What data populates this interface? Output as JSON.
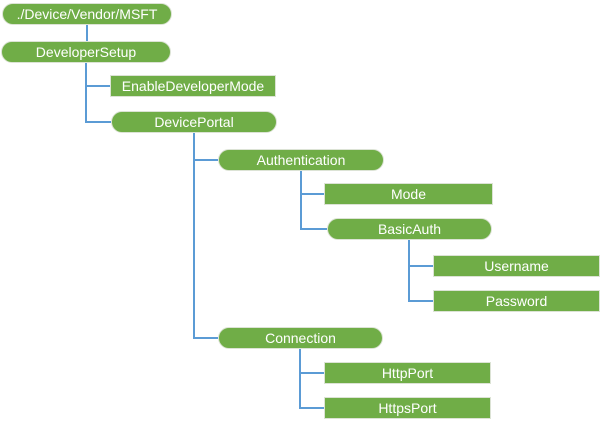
{
  "colors": {
    "node_fill": "#70AD47",
    "node_border": "#DCE3D5",
    "node_text": "#FFFFFF",
    "connector": "#5B9BD5",
    "background": "#FFFFFF"
  },
  "tree": {
    "nodes": [
      {
        "id": "msft",
        "label": "./Device/Vendor/MSFT",
        "shape": "pill",
        "parent": null
      },
      {
        "id": "developersetup",
        "label": "DeveloperSetup",
        "shape": "pill",
        "parent": "msft"
      },
      {
        "id": "enabledevelopermode",
        "label": "EnableDeveloperMode",
        "shape": "rect",
        "parent": "developersetup"
      },
      {
        "id": "deviceportal",
        "label": "DevicePortal",
        "shape": "pill",
        "parent": "developersetup"
      },
      {
        "id": "authentication",
        "label": "Authentication",
        "shape": "pill",
        "parent": "deviceportal"
      },
      {
        "id": "mode",
        "label": "Mode",
        "shape": "rect",
        "parent": "authentication"
      },
      {
        "id": "basicauth",
        "label": "BasicAuth",
        "shape": "pill",
        "parent": "authentication"
      },
      {
        "id": "username",
        "label": "Username",
        "shape": "rect",
        "parent": "basicauth"
      },
      {
        "id": "password",
        "label": "Password",
        "shape": "rect",
        "parent": "basicauth"
      },
      {
        "id": "connection",
        "label": "Connection",
        "shape": "pill",
        "parent": "deviceportal"
      },
      {
        "id": "httpport",
        "label": "HttpPort",
        "shape": "rect",
        "parent": "connection"
      },
      {
        "id": "httpsport",
        "label": "HttpsPort",
        "shape": "rect",
        "parent": "connection"
      }
    ]
  }
}
